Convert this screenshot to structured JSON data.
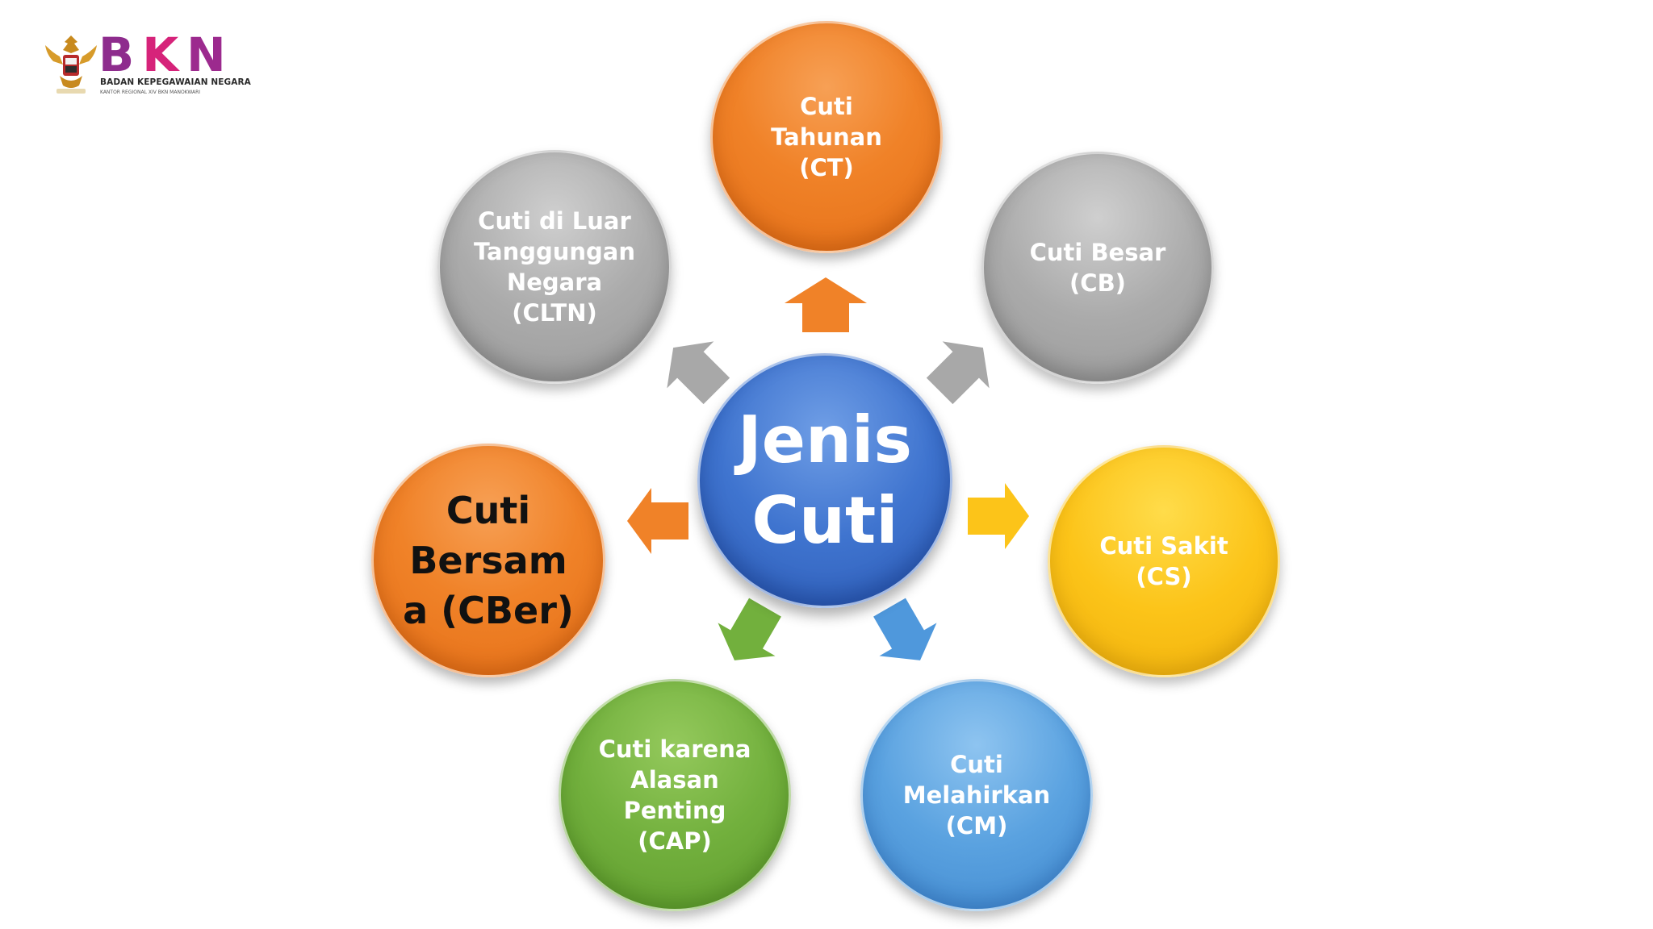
{
  "logo": {
    "letters": [
      "B",
      "K",
      "N"
    ],
    "org_name": "BADAN KEPEGAWAIAN NEGARA",
    "office": "KANTOR REGIONAL XIV BKN MANOKWARI",
    "emblem_icon": "garuda-emblem",
    "colors": {
      "B": "#8e2c8d",
      "K": "#d6237a",
      "N": "#9c2a8e"
    }
  },
  "diagram": {
    "center": "Jenis\nCuti",
    "nodes": [
      {
        "id": "ct",
        "label": "Cuti\nTahunan\n(CT)",
        "color": "#f08228"
      },
      {
        "id": "cb",
        "label": "Cuti Besar\n(CB)",
        "color": "#ababab"
      },
      {
        "id": "cs",
        "label": "Cuti Sakit\n(CS)",
        "color": "#fcc419"
      },
      {
        "id": "cm",
        "label": "Cuti\nMelahirkan\n(CM)",
        "color": "#5aa2e0"
      },
      {
        "id": "cap",
        "label": "Cuti karena\nAlasan\nPenting\n(CAP)",
        "color": "#72b03d"
      },
      {
        "id": "cber",
        "label": "Cuti\nBersam\na (CBer)",
        "color": "#f08228"
      },
      {
        "id": "cltn",
        "label": "Cuti di Luar\nTanggungan\nNegara\n(CLTN)",
        "color": "#ababab"
      }
    ],
    "arrow_colors": {
      "ct": "#f08228",
      "cb": "#a8a8a8",
      "cs": "#fcc419",
      "cm": "#4f98dc",
      "cap": "#72b03d",
      "cber": "#f08228",
      "cltn": "#a8a8a8"
    }
  }
}
